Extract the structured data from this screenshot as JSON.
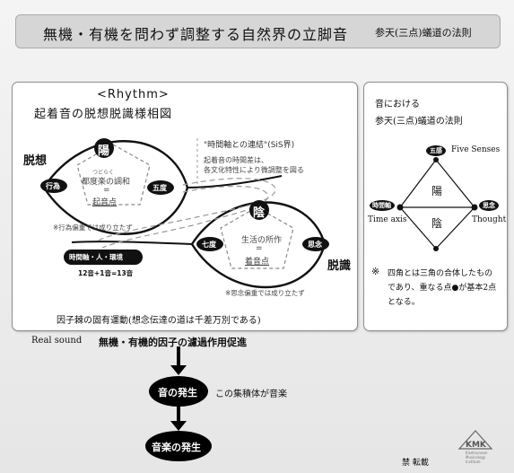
{
  "header": {
    "title": "無機・有機を問わず調整する自然界の立脚音",
    "subtitle": "参天(三点)蟻道の法則"
  },
  "left_panel": {
    "rhythm_label": "<Rhythm>",
    "diagram_title": "起着音の脱想脱識様相図",
    "dassou": "脱想",
    "dasshiki": "脱識",
    "yang": "陽",
    "yin": "陰",
    "gyoui": "行為",
    "goto": "五度",
    "nanado": "七度",
    "shinen": "思念",
    "ruby": "つどらく",
    "upper_center_1": "都度楽の調和",
    "upper_center_eq": "=",
    "upper_center_2": "起音点",
    "lower_center_1": "生活の所作",
    "lower_center_eq": "=",
    "lower_center_2": "着音点",
    "upper_note": "※行為偏重では成り立たず",
    "lower_note": "※思念偏重では成り立たず",
    "time_link": "\"時間軸との連結\"(SiS界)",
    "time_desc_1": "起着音の時間差は、",
    "time_desc_2": "各文化特性により微調整を図る",
    "axis_pill": "時間軸・人・環境",
    "count": "12音+1音=13音",
    "bottom_caption": "因子棘の固有運動(想念伝達の道は千差万別である)"
  },
  "right_panel": {
    "heading_1": "音における",
    "heading_2": "参天(三点)蟻道の法則",
    "top_badge": "五感",
    "top_label": "Five Senses",
    "left_badge": "時間軸",
    "left_label": "Time axis",
    "right_badge": "思念",
    "right_label": "Thought",
    "yang": "陽",
    "yin": "陰",
    "note_mark": "※",
    "note_1": "四角とは三角の合体したもの",
    "note_2": "であり、重なる点●が基本2点",
    "note_3": "となる。"
  },
  "flow": {
    "real_sound": "Real sound",
    "process_title": "無機・有機的因子の濾過作用促進",
    "node1": "音の発生",
    "node1_note": "この集積体が音楽",
    "node2": "音楽の発生"
  },
  "footer": {
    "credit": "禁 転載",
    "logo_text": "KMK",
    "logo_sub_1": "Kisetsunoon",
    "logo_sub_2": "Musicology",
    "logo_sub_3": "Institute"
  }
}
